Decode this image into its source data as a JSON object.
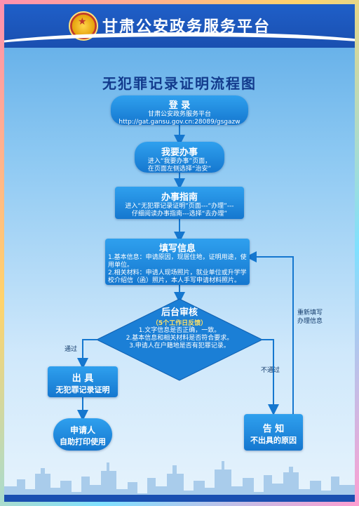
{
  "header": {
    "title": "甘肃公安政务服务平台"
  },
  "page_title": "无犯罪记录证明流程图",
  "steps": {
    "login": {
      "title": "登 录",
      "line1": "甘肃公安政务服务平台",
      "line2": "http://gat.gansu.gov.cn:28089/gsgazw"
    },
    "my_tasks": {
      "title": "我要办事",
      "line1": "进入“我要办事”页面，",
      "line2": "在页面左侧选择“治安”"
    },
    "guide": {
      "title": "办事指南",
      "line1": "进入“无犯罪记录证明”页面---“办理”---",
      "line2": "仔细阅读办事指南---选择“去办理”"
    },
    "fill": {
      "title": "填写信息",
      "line1": "1.基本信息：申请原因，现居住地，证明用途，使",
      "line2": "用单位。",
      "line3": "2.相关材料：申请人现场照片，就业单位或升学学",
      "line4": "校介绍信（函）照片，本人手写申请材料照片。"
    },
    "review": {
      "title": "后台审核",
      "badge": "（5个工作日反馈）",
      "line1": "1.文字信息是否正确，一致。",
      "line2": "2.基本信息和相关材料是否符合要求。",
      "line3": "3.申请人在户籍地是否有犯罪记录。"
    },
    "issue": {
      "title": "出 具",
      "line1": "无犯罪记录证明"
    },
    "print": {
      "title": "申请人",
      "line1": "自助打印使用"
    },
    "notify": {
      "title": "告 知",
      "line1": "不出具的原因"
    }
  },
  "edges": {
    "pass": "通过",
    "fail": "不通过",
    "refill_line1": "重新填写",
    "refill_line2": "办理信息"
  },
  "colors": {
    "node_blue": "#1e88e5",
    "header_blue": "#1a4fb0",
    "title_navy": "#123a8c",
    "badge_yellow": "#ffe066"
  }
}
